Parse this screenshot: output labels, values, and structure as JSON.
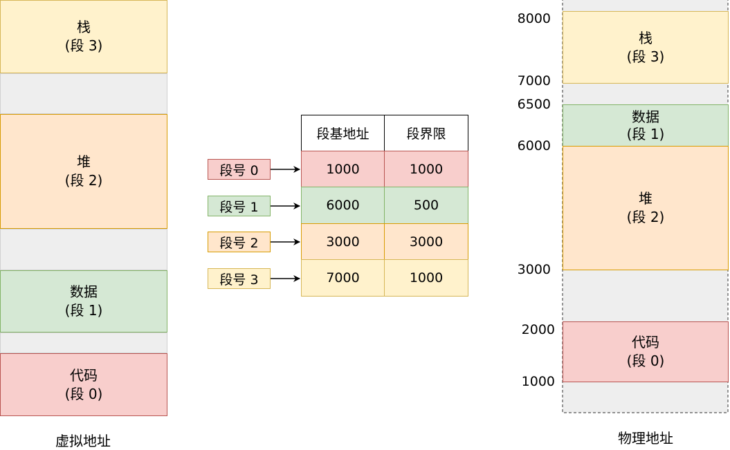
{
  "virtual": {
    "caption": "虚拟地址",
    "stack": {
      "line1": "栈",
      "line2": "(段 3)"
    },
    "heap": {
      "line1": "堆",
      "line2": "(段 2)"
    },
    "data": {
      "line1": "数据",
      "line2": "(段 1)"
    },
    "code": {
      "line1": "代码",
      "line2": "(段 0)"
    }
  },
  "table": {
    "headers": [
      "段基地址",
      "段界限"
    ],
    "rows": [
      {
        "label": "段号 0",
        "base": "1000",
        "limit": "1000"
      },
      {
        "label": "段号 1",
        "base": "6000",
        "limit": "500"
      },
      {
        "label": "段号 2",
        "base": "3000",
        "limit": "3000"
      },
      {
        "label": "段号 3",
        "base": "7000",
        "limit": "1000"
      }
    ]
  },
  "physical": {
    "caption": "物理地址",
    "addresses": [
      "8000",
      "7000",
      "6500",
      "6000",
      "3000",
      "2000",
      "1000"
    ],
    "stack": {
      "line1": "栈",
      "line2": "(段 3)"
    },
    "data": {
      "line1": "数据",
      "line2": "(段 1)"
    },
    "heap": {
      "line1": "堆",
      "line2": "(段 2)"
    },
    "code": {
      "line1": "代码",
      "line2": "(段 0)"
    }
  },
  "colors": {
    "red_fill": "#f8cecc",
    "red_border": "#b85450",
    "green_fill": "#d5e8d4",
    "green_border": "#82b366",
    "orange_fill": "#ffe6cc",
    "orange_border": "#d79b00",
    "yellow_fill": "#fff2cc",
    "yellow_border": "#d6b656",
    "gap_fill": "#eeeeee"
  }
}
